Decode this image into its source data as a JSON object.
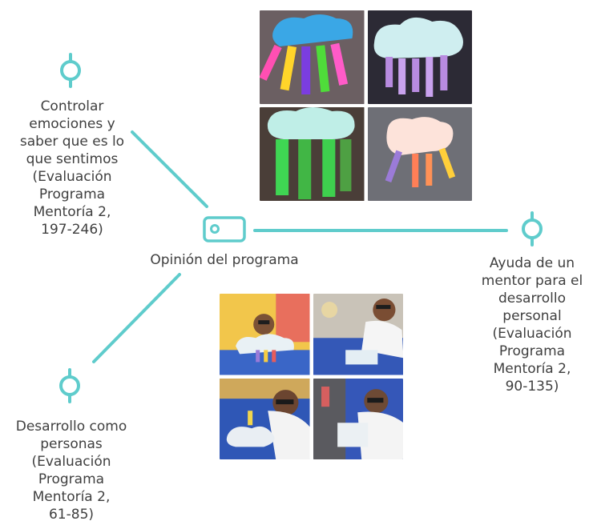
{
  "colors": {
    "accent": "#5fcccc",
    "text": "#3f3f3f"
  },
  "center": {
    "label": "Opinión del programa",
    "icon": "tag-icon"
  },
  "nodes": [
    {
      "id": "top-left",
      "label": "Controlar\nemociones y\nsaber que es lo\nque sentimos\n(Evaluación\nPrograma\nMentoría 2,\n197-246)",
      "icon": "pin-icon"
    },
    {
      "id": "right",
      "label": "Ayuda de un\nmentor para el\ndesarrollo\npersonal\n(Evaluación\nPrograma\nMentoría 2,\n90-135)",
      "icon": "pin-icon"
    },
    {
      "id": "bottom-left",
      "label": "Desarrollo como\npersonas\n(Evaluación\nPrograma\nMentoría 2,\n61-85)",
      "icon": "pin-icon"
    }
  ],
  "photos": {
    "top_grid": [
      "rainbow-cloud-craft-photo",
      "cloud-craft-photo",
      "cloud-strips-craft-photo",
      "small-cloud-craft-photo"
    ],
    "bottom_grid": [
      "child-holding-cloud-photo",
      "child-drawing-photo",
      "child-crafting-photo",
      "child-writing-photo"
    ]
  }
}
